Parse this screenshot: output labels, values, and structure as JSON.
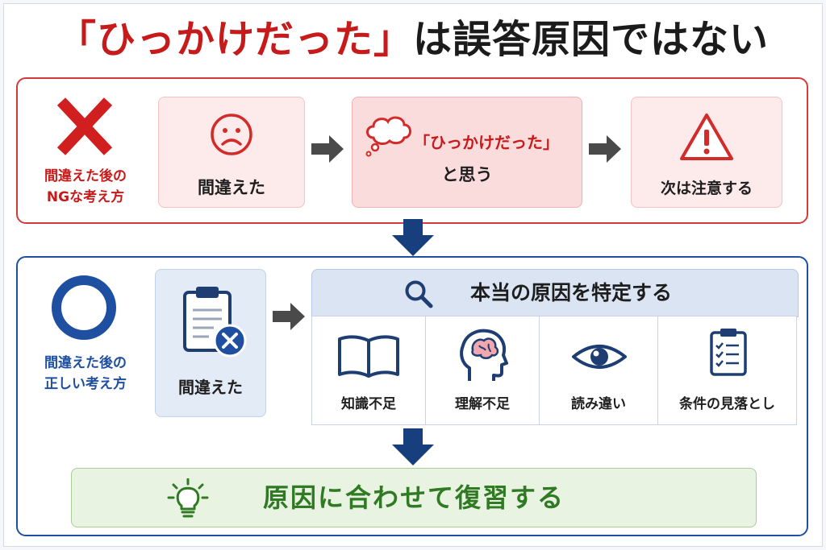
{
  "title": {
    "part_red": "「ひっかけだった」",
    "part_black": "は誤答原因ではない"
  },
  "ng_section": {
    "mark_icon": "x-mark-icon",
    "label_line1": "間違えた後の",
    "label_line2": "NGな考え方",
    "steps": [
      {
        "icon": "sad-face-icon",
        "text": "間違えた"
      },
      {
        "icon": "thought-bubble-icon",
        "quote": "「ひっかけだった」",
        "text": "と思う"
      },
      {
        "icon": "warning-icon",
        "text": "次は注意する"
      }
    ]
  },
  "ok_section": {
    "mark_icon": "circle-mark-icon",
    "label_line1": "間違えた後の",
    "label_line2": "正しい考え方",
    "start_card": {
      "icon": "clipboard-x-icon",
      "text": "間違えた"
    },
    "identify": {
      "icon": "search-icon",
      "title": "本当の原因を特定する"
    },
    "causes": [
      {
        "icon": "book-icon",
        "label": "知識不足"
      },
      {
        "icon": "brain-head-icon",
        "label": "理解不足"
      },
      {
        "icon": "eye-icon",
        "label": "読み違い"
      },
      {
        "icon": "checklist-icon",
        "label": "条件の見落とし"
      }
    ],
    "result": {
      "icon": "lightbulb-icon",
      "text": "原因に合わせて復習する"
    }
  },
  "colors": {
    "red": "#c71b1b",
    "blue": "#1f4fa0",
    "navy_arrow": "#173f7e",
    "gray_arrow": "#4a4a4a",
    "green": "#2f7a23"
  }
}
